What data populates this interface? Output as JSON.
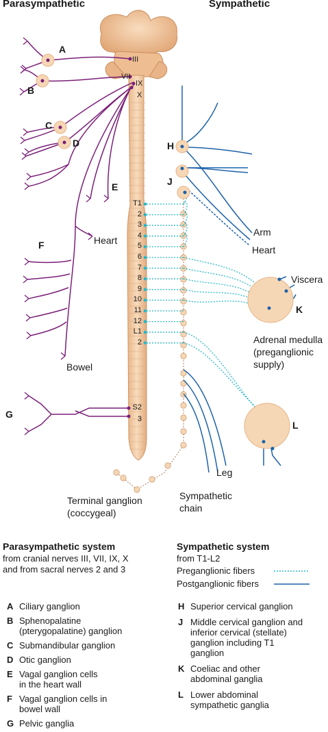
{
  "headers": {
    "left": "Parasympathetic",
    "right": "Sympathetic"
  },
  "cranial_nerves": [
    "III",
    "VII",
    "IX",
    "X"
  ],
  "segments_thoracolumbar": [
    "T1",
    "2",
    "3",
    "4",
    "5",
    "6",
    "7",
    "8",
    "9",
    "10",
    "11",
    "12",
    "L1",
    "2"
  ],
  "segments_sacral": [
    "S2",
    "3"
  ],
  "ganglion_letters": [
    "A",
    "B",
    "C",
    "D",
    "E",
    "F",
    "G",
    "H",
    "J",
    "K",
    "L"
  ],
  "diagram_labels": {
    "heart_para": "Heart",
    "bowel": "Bowel",
    "arm": "Arm",
    "heart_symp": "Heart",
    "viscera": "Viscera",
    "adrenal": [
      "Adrenal medulla",
      "(preganglionic",
      "supply)"
    ],
    "leg": "Leg",
    "terminal": [
      "Terminal ganglion",
      "(coccygeal)"
    ],
    "chain": [
      "Sympathetic",
      "chain"
    ]
  },
  "legend": {
    "para_title": "Parasympathetic system",
    "para_sub": [
      "from cranial nerves III, VII, IX, X",
      "and from sacral nerves 2 and 3"
    ],
    "symp_title": "Sympathetic system",
    "symp_sub": "from T1-L2",
    "pre_label": "Preganglionic fibers",
    "post_label": "Postganglionic fibers"
  },
  "key_left": [
    {
      "letter": "A",
      "text": [
        "Ciliary ganglion"
      ]
    },
    {
      "letter": "B",
      "text": [
        "Sphenopalatine",
        "(pterygopalatine) ganglion"
      ]
    },
    {
      "letter": "C",
      "text": [
        "Submandibular ganglion"
      ]
    },
    {
      "letter": "D",
      "text": [
        "Otic ganglion"
      ]
    },
    {
      "letter": "E",
      "text": [
        "Vagal ganglion cells",
        "in the heart wall"
      ]
    },
    {
      "letter": "F",
      "text": [
        "Vagal ganglion cells in",
        "bowel wall"
      ]
    },
    {
      "letter": "G",
      "text": [
        "Pelvic ganglia"
      ]
    }
  ],
  "key_right": [
    {
      "letter": "H",
      "text": [
        "Superior cervical ganglion"
      ]
    },
    {
      "letter": "J",
      "text": [
        "Middle cervical ganglion and",
        "inferior cervical (stellate)",
        "ganglion including T1",
        "ganglion"
      ]
    },
    {
      "letter": "K",
      "text": [
        "Coeliac and other",
        "abdominal ganglia"
      ]
    },
    {
      "letter": "L",
      "text": [
        "Lower abdominal",
        "sympathetic ganglia"
      ]
    }
  ],
  "colors": {
    "parasympathetic": "#7a1f78",
    "postganglionic": "#1c62a8",
    "preganglionic": "#2bb7c8",
    "tissue": "#f2c9a0",
    "tissue_dark": "#d9a77c",
    "ganglion": "#f6d7b5"
  }
}
